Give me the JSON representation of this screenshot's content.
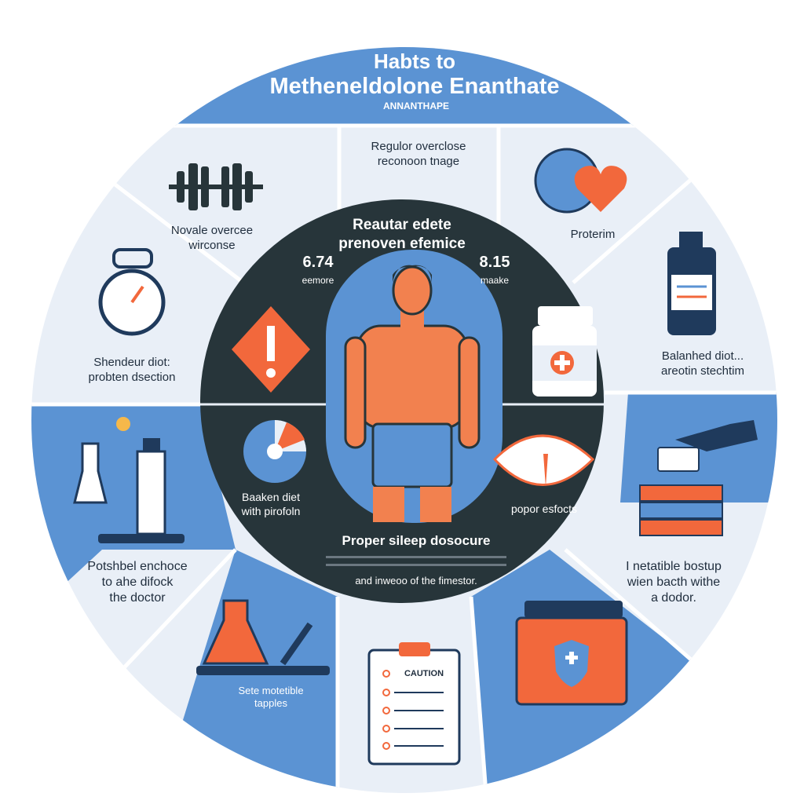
{
  "title": {
    "line1": "Habts to",
    "line2": "Metheneldolone Enanthate",
    "subtitle": "ANNANTHAPE"
  },
  "colors": {
    "blue": "#5b93d3",
    "panel": "#e9eff7",
    "dark": "#27353a",
    "orange": "#f2683c",
    "navy": "#1f3a5c"
  },
  "outer": {
    "top_center": [
      "Regulor overclose",
      "reconoon tnage"
    ],
    "top_left": [
      "Novale overcee",
      "wirconse"
    ],
    "top_right": [
      "Proterim"
    ],
    "left": [
      "Shendeur diot:",
      "probten dsection"
    ],
    "right": [
      "Balanhed diot...",
      "areotin stechtim"
    ],
    "bottom_left": [
      "Potshbel enchoce",
      "to ahe difock",
      "the doctor"
    ],
    "bottom_right": [
      "I netatible bostup",
      "wien bacth withe",
      "a dodor."
    ],
    "bottom_left2": [
      "Sete motetible",
      "tapples"
    ],
    "caution": "CAUTION"
  },
  "inner": {
    "heading": [
      "Reautar edete",
      "prenoven efemice"
    ],
    "stat_left": {
      "value": "6.74",
      "label": "eemore"
    },
    "stat_right": {
      "value": "8.15",
      "label": "maake"
    },
    "left_label": [
      "Baaken diet",
      "with pirofoln"
    ],
    "right_label": [
      "popor esfocts"
    ],
    "bottom_heading": "Proper sileep dosocure",
    "bottom_text": "and inweoo of the fimestor."
  }
}
